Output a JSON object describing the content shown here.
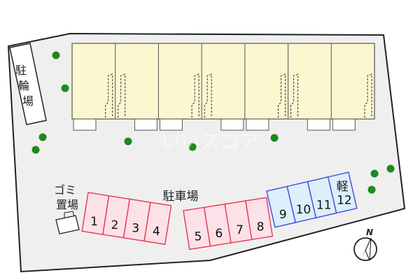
{
  "labels": {
    "bicycle_parking": [
      "駐",
      "輪",
      "場"
    ],
    "garbage_area": [
      "ゴミ",
      "置場"
    ],
    "car_parking": "駐車場",
    "compass_north": "N",
    "kei_car": "軽",
    "watermark": "いいスコア"
  },
  "parking_spaces": {
    "pink_left": [
      "1",
      "2",
      "3",
      "4"
    ],
    "pink_right": [
      "5",
      "6",
      "7",
      "8"
    ],
    "blue": [
      "9",
      "10",
      "11",
      "12"
    ]
  },
  "building": {
    "units": 7
  },
  "colors": {
    "building_fill": "#fbf7cf",
    "site_fill": "#efefef",
    "pink_fill": "#fde1e8",
    "pink_stroke": "#e8425a",
    "blue_fill": "#dceffb",
    "blue_stroke": "#4a55d8",
    "tree": "#1e8a1e"
  }
}
